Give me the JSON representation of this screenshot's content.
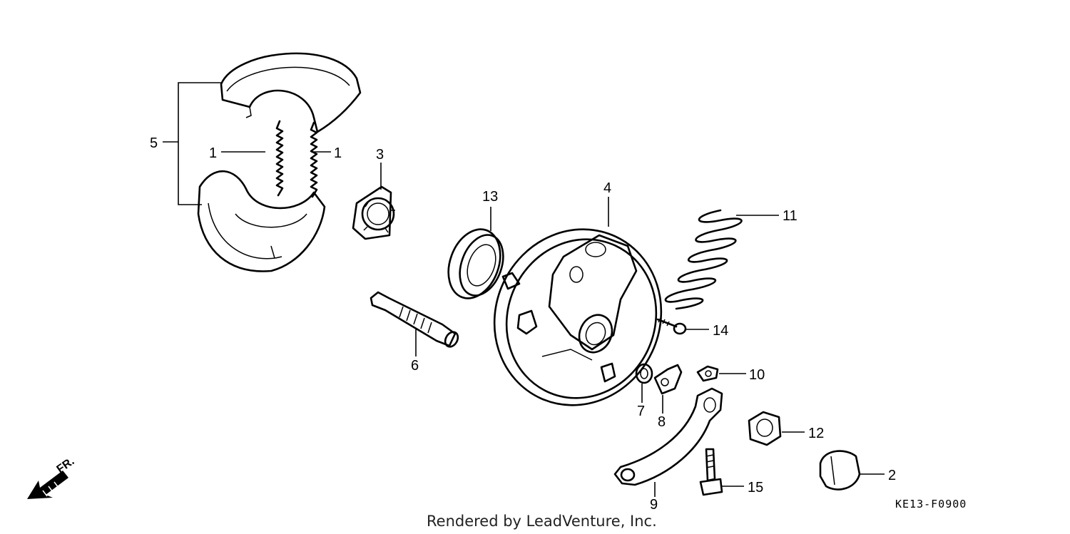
{
  "diagram": {
    "labels": {
      "l1a": "1",
      "l1b": "1",
      "l2": "2",
      "l3": "3",
      "l4": "4",
      "l5": "5",
      "l6": "6",
      "l7": "7",
      "l8": "8",
      "l9": "9",
      "l10": "10",
      "l11": "11",
      "l12": "12",
      "l13": "13",
      "l14": "14",
      "l15": "15"
    },
    "direction_label": "FR.",
    "diagram_code": "KE13-F0900",
    "credit": "Rendered by LeadVenture, Inc."
  },
  "icons": {
    "direction_arrow": "front-direction-arrow-icon"
  }
}
